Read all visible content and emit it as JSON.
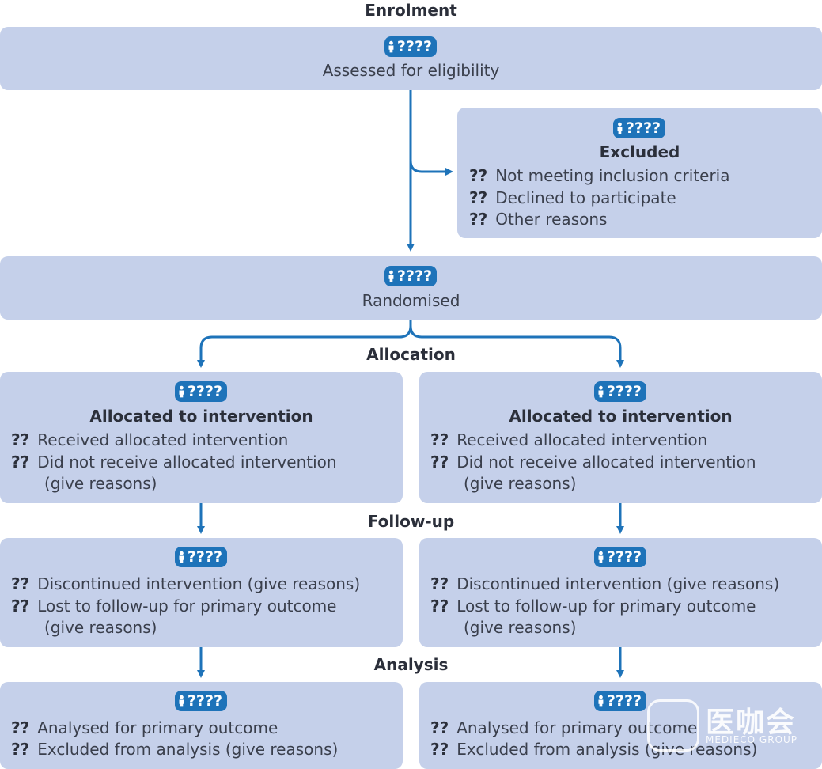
{
  "stages": {
    "enrolment": "Enrolment",
    "allocation": "Allocation",
    "followup": "Follow-up",
    "analysis": "Analysis"
  },
  "badge_text": "????",
  "item_marker": "??",
  "assessed": {
    "title": "Assessed for eligibility"
  },
  "excluded": {
    "title": "Excluded",
    "items": [
      "Not meeting inclusion criteria",
      "Declined to participate",
      "Other reasons"
    ]
  },
  "randomised": {
    "title": "Randomised"
  },
  "allocation": {
    "left": {
      "title": "Allocated to intervention",
      "items": [
        "Received allocated intervention",
        "Did not receive allocated intervention"
      ],
      "note": "(give reasons)"
    },
    "right": {
      "title": "Allocated to intervention",
      "items": [
        "Received allocated intervention",
        "Did not receive allocated intervention"
      ],
      "note": "(give reasons)"
    }
  },
  "followup": {
    "left": {
      "items": [
        "Discontinued intervention (give reasons)",
        "Lost to follow-up for primary outcome"
      ],
      "note": "(give reasons)"
    },
    "right": {
      "items": [
        "Discontinued intervention (give reasons)",
        "Lost to follow-up for primary outcome"
      ],
      "note": "(give reasons)"
    }
  },
  "analysis": {
    "left": {
      "items": [
        "Analysed for primary outcome",
        "Excluded from analysis (give reasons)"
      ]
    },
    "right": {
      "items": [
        "Analysed for primary outcome",
        "Excluded from analysis (give reasons)"
      ]
    }
  },
  "watermark": {
    "text": "医咖会",
    "sub": "MEDIECO GROUP"
  },
  "colors": {
    "box": "#c5d0ea",
    "accent": "#1e73b9",
    "text": "#3a3f4c"
  }
}
